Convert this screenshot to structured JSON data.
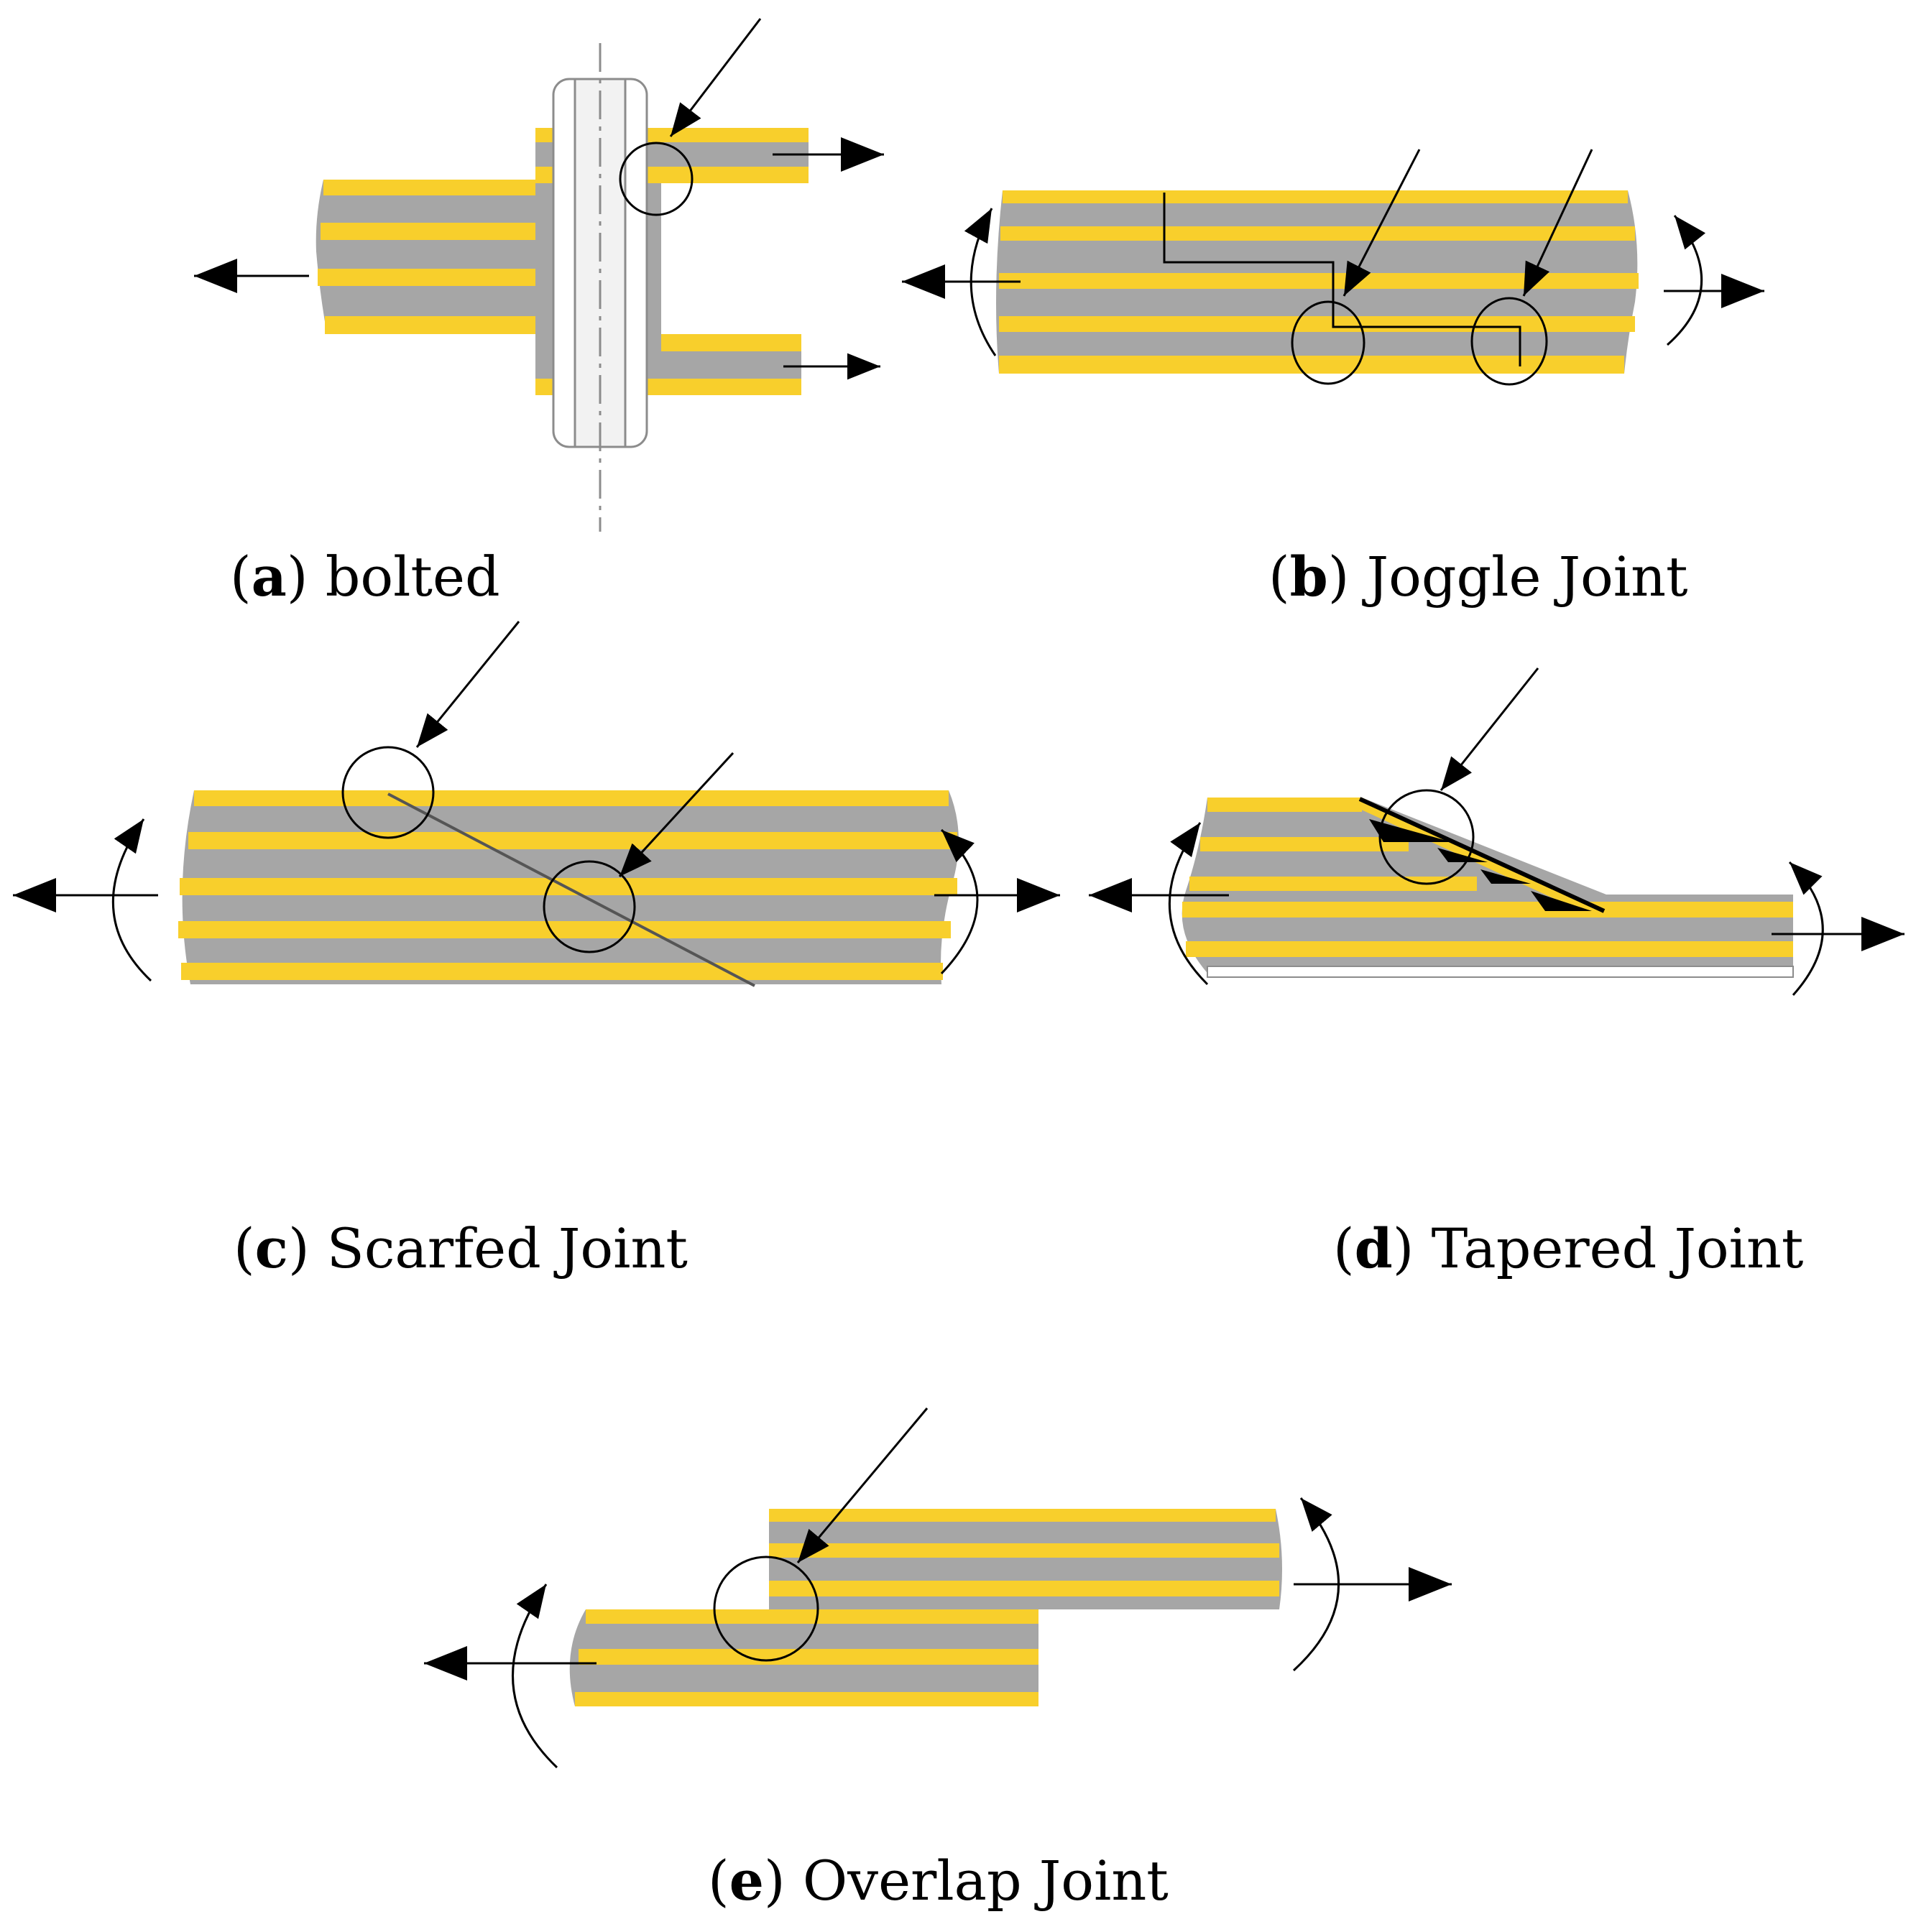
{
  "colors": {
    "yellow": "#F8CF2C",
    "gray": "#A6A6A6",
    "edge": "#8C8C8C",
    "ink": "#000000",
    "bolt": "#F2F2F2"
  },
  "panels": {
    "a": {
      "letter": "a",
      "rest": "bolted"
    },
    "b": {
      "letter": "b",
      "rest": "Joggle Joint"
    },
    "c": {
      "letter": "c",
      "rest": "Scarfed Joint"
    },
    "d": {
      "letter": "d",
      "rest": "Tapered Joint"
    },
    "e": {
      "letter": "e",
      "rest": "Overlap Joint"
    }
  }
}
